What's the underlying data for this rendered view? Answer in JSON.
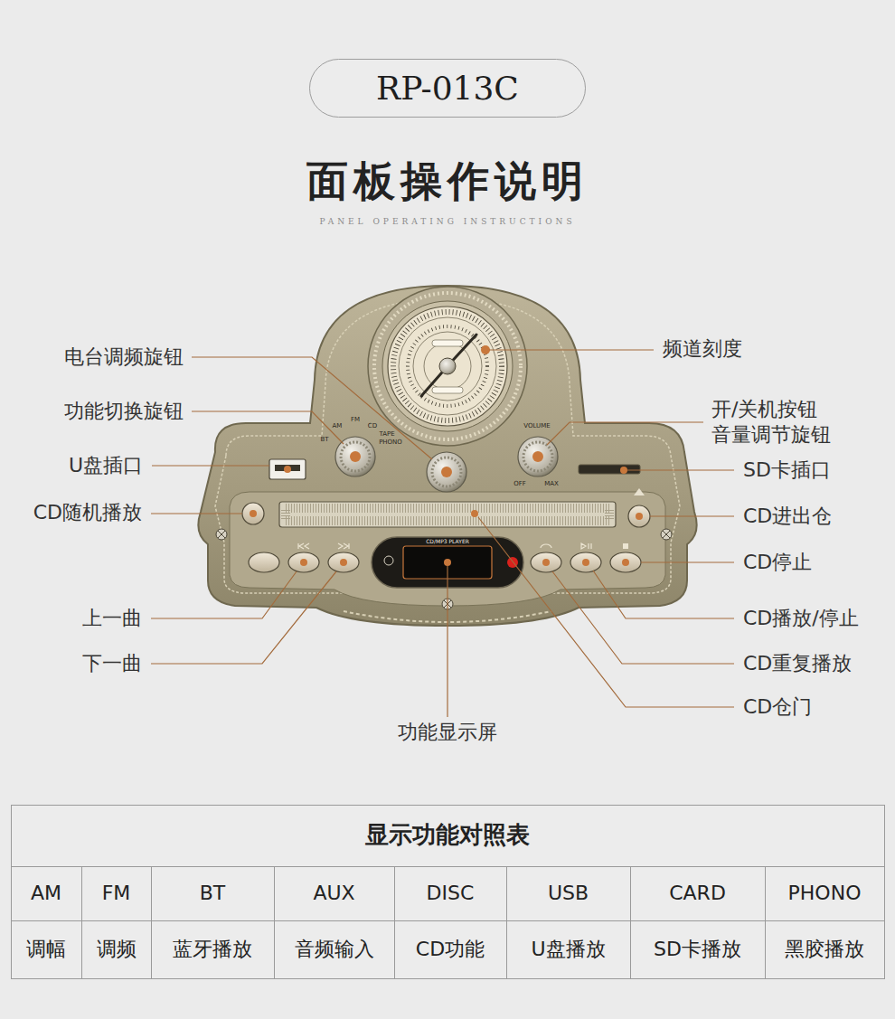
{
  "diagram": {
    "title": "面板操作说明",
    "nodes": [
      {
        "text": [
          "RP-013C"
        ]
      }
    ],
    "labels": [
      "PANEL OPERATING INSTRUCTIONS",
      "电台调频旋钮",
      "功能切换旋钮",
      "U盘插口",
      "CD随机播放",
      "上一曲",
      "下一曲",
      "功能显示屏",
      "频道刻度",
      "开/关机按钮",
      "音量调节旋钮",
      "SD卡插口",
      "CD进出仓",
      "CD停止",
      "CD播放/停止",
      "CD重复播放",
      "CD仓门",
      "AM",
      "FM",
      "CD",
      "BT",
      "TAPE",
      "PHONO",
      "VOLUME",
      "OFF",
      "MAX",
      "CD/MP3 PLAYER",
      "显示功能对照表",
      "AM",
      "FM",
      "BT",
      "AUX",
      "DISC",
      "USB",
      "CARD",
      "PHONO",
      "调幅",
      "调频",
      "蓝牙播放",
      "音频输入",
      "CD功能",
      "U盘播放",
      "SD卡播放",
      "黑胶播放"
    ]
  }
}
